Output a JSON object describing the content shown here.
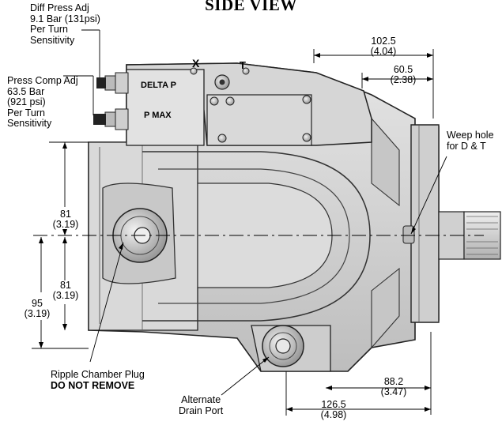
{
  "title": "SIDE VIEW",
  "callouts": {
    "diff_press": [
      "Diff Press Adj",
      "9.1 Bar (131psi)",
      "Per Turn",
      "Sensitivity"
    ],
    "press_comp": [
      "Press Comp Adj",
      "63.5 Bar",
      "(921 psi)",
      "Per Turn",
      "Sensitivity"
    ],
    "weep_hole": [
      "Weep hole",
      "for D & T"
    ],
    "ripple": [
      "Ripple Chamber Plug",
      "DO NOT REMOVE"
    ],
    "drain": [
      "Alternate",
      "Drain Port"
    ]
  },
  "stamps": {
    "x": "X",
    "t": "T",
    "delta_p": "DELTA P",
    "p_max": "P MAX"
  },
  "dimensions": {
    "d102": [
      "102.5",
      "(4.04)"
    ],
    "d60": [
      "60.5",
      "(2.38)"
    ],
    "d81_top": [
      "81",
      "(3.19)"
    ],
    "d81_bot": [
      "81",
      "(3.19)"
    ],
    "d95": [
      "95",
      "(3.19)"
    ],
    "d88": [
      "88.2",
      "(3.47)"
    ],
    "d126": [
      "126.5",
      "(4.98)"
    ]
  }
}
